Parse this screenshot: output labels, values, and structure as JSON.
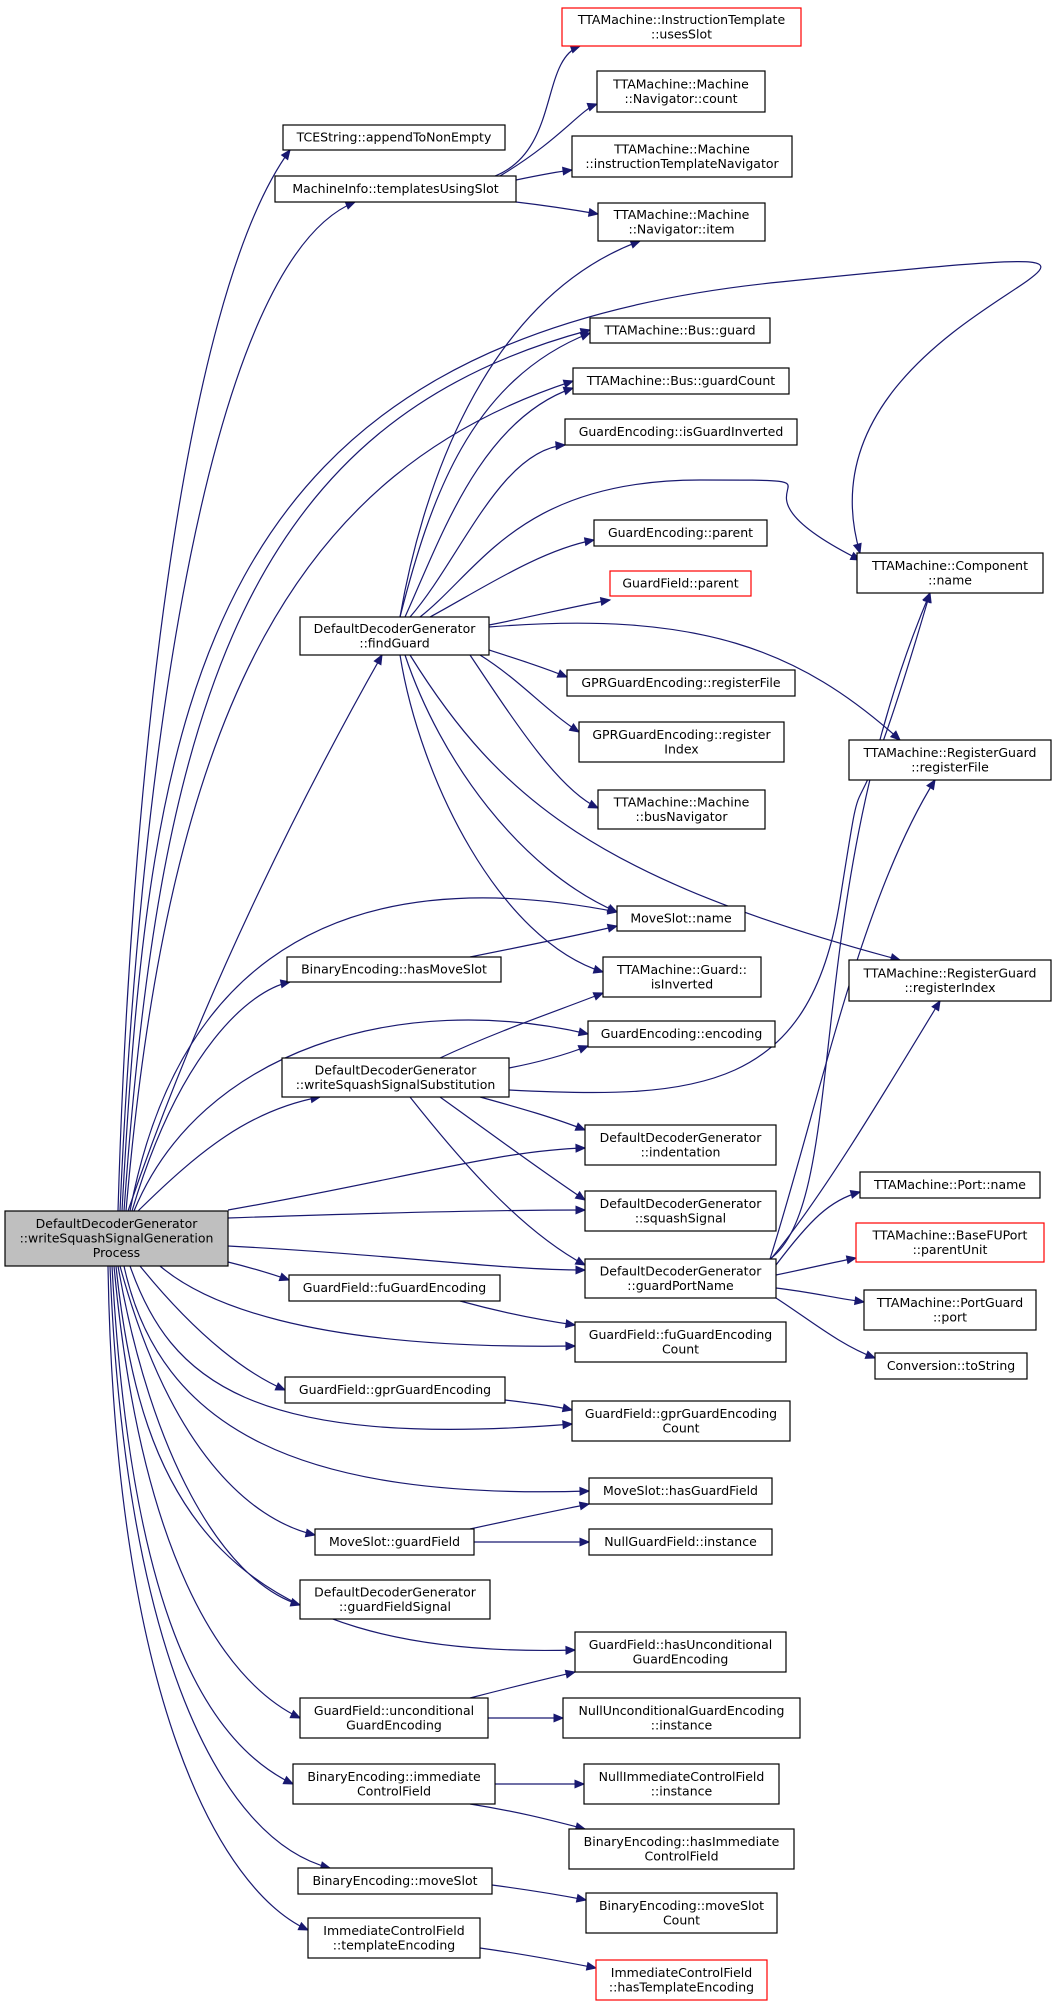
{
  "colors": {
    "edge": "#191970",
    "node_border": "#000000",
    "external_border": "#ff0000",
    "root_fill": "#bfbfbf"
  },
  "nodes": [
    {
      "id": "root",
      "lines": [
        "DefaultDecoderGenerator",
        "::writeSquashSignalGeneration",
        "Process"
      ],
      "style": "root"
    },
    {
      "id": "its",
      "lines": [
        "TTAMachine::InstructionTemplate",
        "::usesSlot"
      ],
      "style": "ext"
    },
    {
      "id": "tce",
      "lines": [
        "TCEString::appendToNonEmpty"
      ],
      "style": "normal"
    },
    {
      "id": "mnc",
      "lines": [
        "TTAMachine::Machine",
        "::Navigator::count"
      ],
      "style": "normal"
    },
    {
      "id": "mi",
      "lines": [
        "MachineInfo::templatesUsingSlot"
      ],
      "style": "normal"
    },
    {
      "id": "mitn",
      "lines": [
        "TTAMachine::Machine",
        "::instructionTemplateNavigator"
      ],
      "style": "normal"
    },
    {
      "id": "mni",
      "lines": [
        "TTAMachine::Machine",
        "::Navigator::item"
      ],
      "style": "normal"
    },
    {
      "id": "bg",
      "lines": [
        "TTAMachine::Bus::guard"
      ],
      "style": "normal"
    },
    {
      "id": "bgc",
      "lines": [
        "TTAMachine::Bus::guardCount"
      ],
      "style": "normal"
    },
    {
      "id": "gei",
      "lines": [
        "GuardEncoding::isGuardInverted"
      ],
      "style": "normal"
    },
    {
      "id": "gep",
      "lines": [
        "GuardEncoding::parent"
      ],
      "style": "normal"
    },
    {
      "id": "cn",
      "lines": [
        "TTAMachine::Component",
        "::name"
      ],
      "style": "normal"
    },
    {
      "id": "gfp",
      "lines": [
        "GuardField::parent"
      ],
      "style": "ext"
    },
    {
      "id": "fg",
      "lines": [
        "DefaultDecoderGenerator",
        "::findGuard"
      ],
      "style": "normal"
    },
    {
      "id": "gprf",
      "lines": [
        "GPRGuardEncoding::registerFile"
      ],
      "style": "normal"
    },
    {
      "id": "gpri",
      "lines": [
        "GPRGuardEncoding::register",
        "Index"
      ],
      "style": "normal"
    },
    {
      "id": "rgf",
      "lines": [
        "TTAMachine::RegisterGuard",
        "::registerFile"
      ],
      "style": "normal"
    },
    {
      "id": "mbn",
      "lines": [
        "TTAMachine::Machine",
        "::busNavigator"
      ],
      "style": "normal"
    },
    {
      "id": "msn",
      "lines": [
        "MoveSlot::name"
      ],
      "style": "normal"
    },
    {
      "id": "behms",
      "lines": [
        "BinaryEncoding::hasMoveSlot"
      ],
      "style": "normal"
    },
    {
      "id": "ginv",
      "lines": [
        "TTAMachine::Guard::",
        "isInverted"
      ],
      "style": "normal"
    },
    {
      "id": "rgi",
      "lines": [
        "TTAMachine::RegisterGuard",
        "::registerIndex"
      ],
      "style": "normal"
    },
    {
      "id": "gee",
      "lines": [
        "GuardEncoding::encoding"
      ],
      "style": "normal"
    },
    {
      "id": "wsss",
      "lines": [
        "DefaultDecoderGenerator",
        "::writeSquashSignalSubstitution"
      ],
      "style": "normal"
    },
    {
      "id": "ind",
      "lines": [
        "DefaultDecoderGenerator",
        "::indentation"
      ],
      "style": "normal"
    },
    {
      "id": "pn",
      "lines": [
        "TTAMachine::Port::name"
      ],
      "style": "normal"
    },
    {
      "id": "sqs",
      "lines": [
        "DefaultDecoderGenerator",
        "::squashSignal"
      ],
      "style": "normal"
    },
    {
      "id": "bfu",
      "lines": [
        "TTAMachine::BaseFUPort",
        "::parentUnit"
      ],
      "style": "ext"
    },
    {
      "id": "gpn",
      "lines": [
        "DefaultDecoderGenerator",
        "::guardPortName"
      ],
      "style": "normal"
    },
    {
      "id": "fge",
      "lines": [
        "GuardField::fuGuardEncoding"
      ],
      "style": "normal"
    },
    {
      "id": "pg",
      "lines": [
        "TTAMachine::PortGuard",
        "::port"
      ],
      "style": "normal"
    },
    {
      "id": "fgec",
      "lines": [
        "GuardField::fuGuardEncoding",
        "Count"
      ],
      "style": "normal"
    },
    {
      "id": "cts",
      "lines": [
        "Conversion::toString"
      ],
      "style": "normal"
    },
    {
      "id": "gge",
      "lines": [
        "GuardField::gprGuardEncoding"
      ],
      "style": "normal"
    },
    {
      "id": "ggec",
      "lines": [
        "GuardField::gprGuardEncoding",
        "Count"
      ],
      "style": "normal"
    },
    {
      "id": "mshg",
      "lines": [
        "MoveSlot::hasGuardField"
      ],
      "style": "normal"
    },
    {
      "id": "msgf",
      "lines": [
        "MoveSlot::guardField"
      ],
      "style": "normal"
    },
    {
      "id": "ngfi",
      "lines": [
        "NullGuardField::instance"
      ],
      "style": "normal"
    },
    {
      "id": "dgfs",
      "lines": [
        "DefaultDecoderGenerator",
        "::guardFieldSignal"
      ],
      "style": "normal"
    },
    {
      "id": "gfhu",
      "lines": [
        "GuardField::hasUnconditional",
        "GuardEncoding"
      ],
      "style": "normal"
    },
    {
      "id": "gfu",
      "lines": [
        "GuardField::unconditional",
        "GuardEncoding"
      ],
      "style": "normal"
    },
    {
      "id": "nuge",
      "lines": [
        "NullUnconditionalGuardEncoding",
        "::instance"
      ],
      "style": "normal"
    },
    {
      "id": "beicf",
      "lines": [
        "BinaryEncoding::immediate",
        "ControlField"
      ],
      "style": "normal"
    },
    {
      "id": "nicf",
      "lines": [
        "NullImmediateControlField",
        "::instance"
      ],
      "style": "normal"
    },
    {
      "id": "behicf",
      "lines": [
        "BinaryEncoding::hasImmediate",
        "ControlField"
      ],
      "style": "normal"
    },
    {
      "id": "bems",
      "lines": [
        "BinaryEncoding::moveSlot"
      ],
      "style": "normal"
    },
    {
      "id": "bemsc",
      "lines": [
        "BinaryEncoding::moveSlot",
        "Count"
      ],
      "style": "normal"
    },
    {
      "id": "icfte",
      "lines": [
        "ImmediateControlField",
        "::templateEncoding"
      ],
      "style": "normal"
    },
    {
      "id": "icfht",
      "lines": [
        "ImmediateControlField",
        "::hasTemplateEncoding"
      ],
      "style": "ext"
    }
  ]
}
